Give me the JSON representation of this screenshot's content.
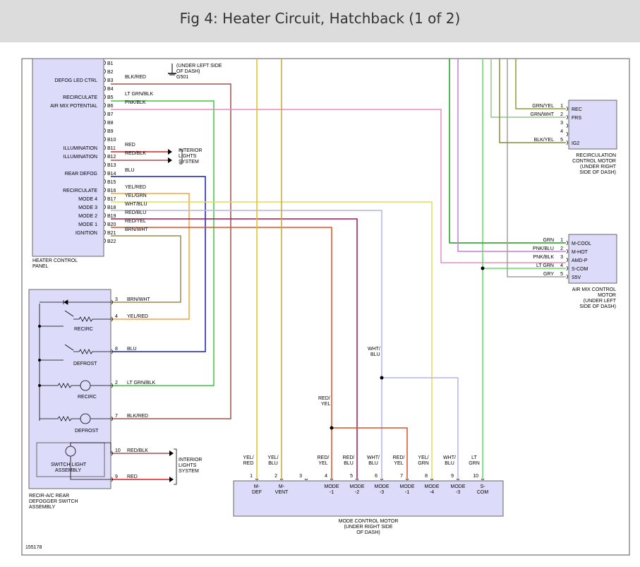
{
  "header": {
    "title": "Fig 4: Heater Circuit, Hatchback (1 of 2)"
  },
  "heater_panel": {
    "label": [
      "HEATER CONTROL",
      "PANEL"
    ],
    "functions": [
      {
        "text": "DEFOG LED CTRL",
        "pin": 3
      },
      {
        "text": "RECIRCULATE",
        "pin": 5
      },
      {
        "text": "AIR MIX POTENTIAL",
        "pin": 6
      },
      {
        "text": "ILLUMINATION",
        "pin": 11
      },
      {
        "text": "ILLUMINATION",
        "pin": 12
      },
      {
        "text": "REAR DEFOG",
        "pin": 14
      },
      {
        "text": "RECIRCULATE",
        "pin": 16
      },
      {
        "text": "MODE 4",
        "pin": 17
      },
      {
        "text": "MODE 3",
        "pin": 18
      },
      {
        "text": "MODE 2",
        "pin": 19
      },
      {
        "text": "MODE 1",
        "pin": 20
      },
      {
        "text": "IGNITION",
        "pin": 21
      }
    ],
    "pins": [
      "B1",
      "B2",
      "B3",
      "B4",
      "B5",
      "B6",
      "B7",
      "B8",
      "B9",
      "B10",
      "B11",
      "B12",
      "B13",
      "B14",
      "B15",
      "B16",
      "B17",
      "B18",
      "B19",
      "B20",
      "B21",
      "B22"
    ],
    "wire_labels": [
      {
        "pin": 3,
        "text": "BLK/RED"
      },
      {
        "pin": 5,
        "text": "LT GRN/BLK"
      },
      {
        "pin": 6,
        "text": "PNK/BLK"
      },
      {
        "pin": 11,
        "text": "RED"
      },
      {
        "pin": 12,
        "text": "RED/BLK"
      },
      {
        "pin": 14,
        "text": "BLU"
      },
      {
        "pin": 16,
        "text": "YEL/RED"
      },
      {
        "pin": 17,
        "text": "YEL/GRN"
      },
      {
        "pin": 18,
        "text": "WHT/BLU"
      },
      {
        "pin": 19,
        "text": "RED/BLU"
      },
      {
        "pin": 20,
        "text": "RED/YEL"
      },
      {
        "pin": 21,
        "text": "BRN/WHT"
      }
    ]
  },
  "ground": {
    "label": [
      "(UNDER LEFT SIDE",
      "OF DASH)"
    ],
    "id": "G501"
  },
  "interior_lights_1": [
    "INTERIOR",
    "LIGHTS",
    "SYSTEM"
  ],
  "interior_lights_2": [
    "INTERIOR",
    "LIGHTS",
    "SYSTEM"
  ],
  "recirc_motor": {
    "label": [
      "RECIRCULATION",
      "CONTROL MOTOR",
      "(UNDER RIGHT",
      "SIDE OF DASH)"
    ],
    "pins": [
      {
        "num": "1",
        "wire": "GRN/YEL",
        "func": "REC"
      },
      {
        "num": "2",
        "wire": "GRN/WHT",
        "func": "FRS"
      },
      {
        "num": "3",
        "wire": "",
        "func": ""
      },
      {
        "num": "4",
        "wire": "",
        "func": ""
      },
      {
        "num": "5",
        "wire": "BLK/YEL",
        "func": "IG2"
      }
    ]
  },
  "airmix_motor": {
    "label": [
      "AIR MIX CONTROL",
      "MOTOR",
      "(UNDER LEFT",
      "SIDE OF DASH)"
    ],
    "pins": [
      {
        "num": "1",
        "wire": "GRN",
        "func": "M-COOL"
      },
      {
        "num": "2",
        "wire": "PNK/BLU",
        "func": "M-HOT"
      },
      {
        "num": "3",
        "wire": "PNK/BLK",
        "func": "AMD-P"
      },
      {
        "num": "4",
        "wire": "LT GRN",
        "func": "S-COM"
      },
      {
        "num": "5",
        "wire": "GRY",
        "func": "S5V"
      }
    ]
  },
  "switch_assembly": {
    "label": [
      "RECIR-A/C REAR",
      "DEFOGGER SWITCH",
      "ASSEMBLY"
    ],
    "recirc_label": "RECIRC",
    "defrost_label": "DEFROST",
    "recirc_led_label": "RECIRC",
    "defrost_led_label": "DEFROST",
    "switch_light_label": [
      "SWITCH LIGHT",
      "ASSEMBLY"
    ],
    "pins": [
      {
        "num": "3",
        "wire": "BRN/WHT"
      },
      {
        "num": "4",
        "wire": "YEL/RED"
      },
      {
        "num": "8",
        "wire": "BLU"
      },
      {
        "num": "2",
        "wire": "LT GRN/BLK"
      },
      {
        "num": "7",
        "wire": "BLK/RED"
      },
      {
        "num": "10",
        "wire": "RED/BLK"
      },
      {
        "num": "9",
        "wire": "RED"
      }
    ]
  },
  "mode_motor": {
    "label": [
      "MODE CONTROL MOTOR",
      "(UNDER RIGHT SIDE",
      "OF DASH)"
    ],
    "pins": [
      {
        "num": "1",
        "wire": [
          "YEL/",
          "RED"
        ],
        "func": [
          "M-",
          "DEF"
        ]
      },
      {
        "num": "2",
        "wire": [
          "YEL/",
          "BLU"
        ],
        "func": [
          "M-",
          "VENT"
        ]
      },
      {
        "num": "3",
        "wire": [
          "",
          ""
        ],
        "func": [
          "",
          ""
        ]
      },
      {
        "num": "4",
        "wire": [
          "RED/",
          "YEL"
        ],
        "func": [
          "MODE",
          "-1"
        ]
      },
      {
        "num": "5",
        "wire": [
          "RED/",
          "BLU"
        ],
        "func": [
          "MODE",
          "-2"
        ]
      },
      {
        "num": "6",
        "wire": [
          "WHT/",
          "BLU"
        ],
        "func": [
          "MODE",
          "-3"
        ]
      },
      {
        "num": "7",
        "wire": [
          "RED/",
          "YEL"
        ],
        "func": [
          "MODE",
          "-1"
        ]
      },
      {
        "num": "8",
        "wire": [
          "YEL/",
          "GRN"
        ],
        "func": [
          "MODE",
          "-4"
        ]
      },
      {
        "num": "9",
        "wire": [
          "WHT/",
          "BLU"
        ],
        "func": [
          "MODE",
          "-3"
        ]
      },
      {
        "num": "10",
        "wire": [
          "LT",
          "GRN"
        ],
        "func": [
          "S-",
          "COM"
        ]
      }
    ]
  },
  "mid_labels": {
    "wht_blu": [
      "WHT/",
      "BLU"
    ],
    "red_yel": [
      "RED/",
      "YEL"
    ]
  },
  "fig_number": "155178",
  "wire_colors": {
    "blk_red": "#a0524e",
    "lt_grn_blk": "#3cc83c",
    "pnk_blk": "#e38ec4",
    "red": "#dd1e1e",
    "blu": "#1a1ab4",
    "yel_red": "#f2a33a",
    "yel_grn": "#dede58",
    "wht_blu": "#b4b4e8",
    "red_blu": "#aa1450",
    "red_yel": "#e05020",
    "brn_wht": "#9a8a4a",
    "grn": "#1aa01a",
    "grn_yel": "#8aa030",
    "grn_wht": "#9ac090",
    "blk_yel": "#8a8a3a",
    "pnk_blu": "#c080d0",
    "lt_grn": "#60e060",
    "gry": "#a0a0a0",
    "yel": "#e8c020",
    "yel_blu": "#c8a830",
    "component_fill": "#dcdcfa"
  }
}
